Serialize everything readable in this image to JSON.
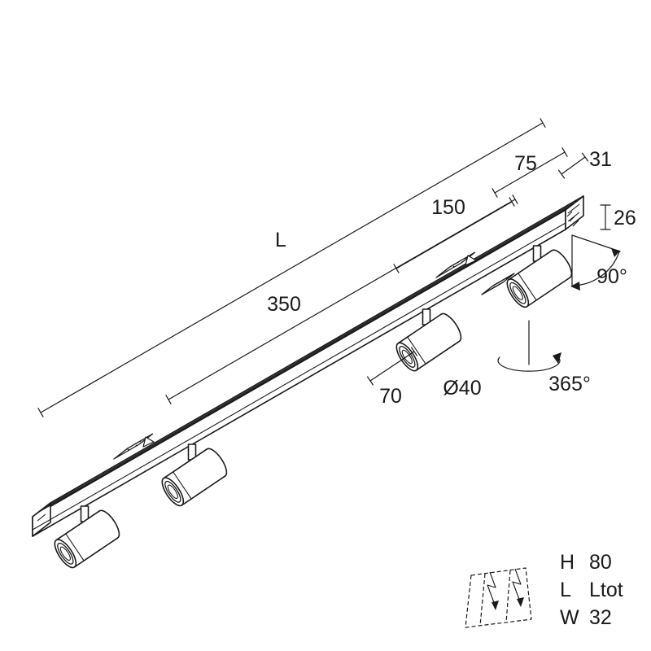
{
  "drawing": {
    "type": "technical dimension drawing of linear track with 4 adjustable cylindrical spotlights",
    "labels": {
      "dim_l": "L",
      "dim_350": "350",
      "dim_150": "150",
      "dim_75": "75",
      "dim_31": "31",
      "dim_26": "26",
      "dim_70": "70",
      "dia_40": "Ø40",
      "tilt_angle": "90°",
      "rotation_angle": "365°"
    },
    "legend": {
      "rows": [
        {
          "key": "H",
          "value": "80"
        },
        {
          "key": "L",
          "value": "Ltot"
        },
        {
          "key": "W",
          "value": "32"
        }
      ]
    },
    "colors": {
      "line": "#1a1a1a",
      "background": "#ffffff"
    }
  }
}
